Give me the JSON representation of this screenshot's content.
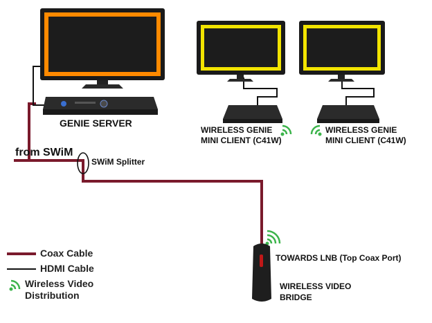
{
  "labels": {
    "genie_server": "GENIE SERVER",
    "client_1_line1": "WIRELESS  GENIE",
    "client_1_line2": "MINI CLIENT (C41W)",
    "client_2_line1": "WIRELESS  GENIE",
    "client_2_line2": "MINI CLIENT (C41W)",
    "from_swim": "from SWiM",
    "swim_splitter": "SWiM Splitter",
    "towards_lnb": "TOWARDS LNB (Top Coax Port)",
    "bridge_line1": "WIRELESS VIDEO",
    "bridge_line2": "BRIDGE"
  },
  "legend": {
    "coax": "Coax  Cable",
    "hdmi": "HDMI Cable",
    "wireless_line1": "Wireless Video",
    "wireless_line2": "Distribution"
  },
  "colors": {
    "coax": "#7a1a2c",
    "hdmi": "#111111",
    "tv_frame_server": "#ff8a00",
    "tv_frame_client": "#f2e400",
    "wireless": "#3cb44b"
  },
  "icons": {
    "tv": "tv-icon",
    "receiver": "receiver-box-icon",
    "wireless": "wireless-signal-icon",
    "splitter": "splitter-icon",
    "bridge": "wireless-bridge-icon"
  }
}
